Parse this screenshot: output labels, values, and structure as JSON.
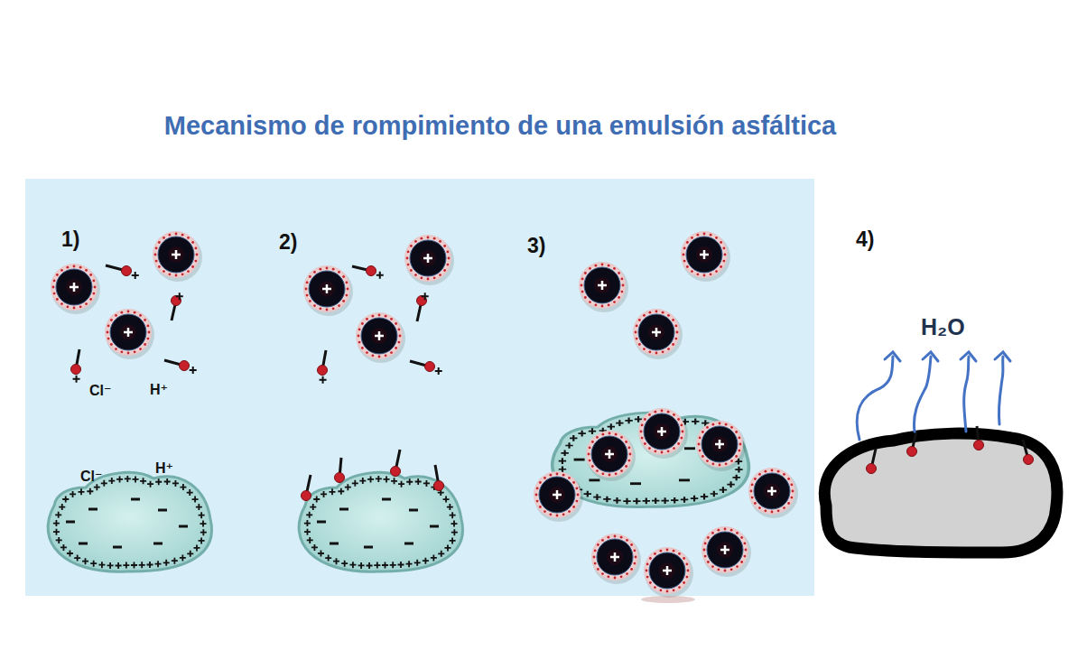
{
  "diagram": {
    "title": "Mecanismo de rompimiento de una emulsión asfáltica",
    "labels": [
      "1)",
      "Cl⁻",
      "H⁺",
      "Cl⁻",
      "H⁺",
      "2)",
      "3)",
      "4)",
      "H₂O"
    ]
  }
}
